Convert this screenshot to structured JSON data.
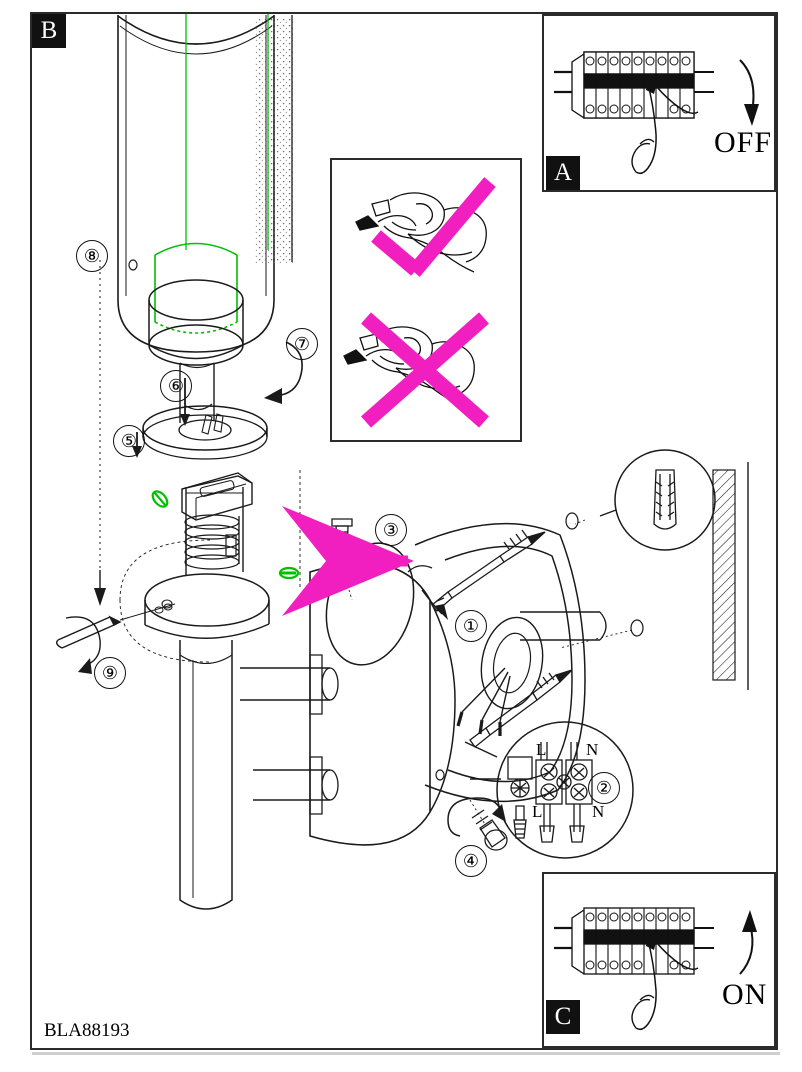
{
  "document": {
    "type": "assembly-instruction-sheet",
    "part_number": "BLA88193",
    "product": "outdoor wall lamp"
  },
  "panels": [
    {
      "id": "B",
      "label": "B",
      "role": "main-assembly-exploded-view"
    },
    {
      "id": "A",
      "label": "A",
      "role": "breaker-off",
      "action_text": "OFF"
    },
    {
      "id": "C",
      "label": "C",
      "role": "breaker-on",
      "action_text": "ON"
    }
  ],
  "labels": {
    "badge_b": "B",
    "badge_a": "A",
    "badge_c": "C",
    "off": "OFF",
    "on": "ON",
    "part_number": "BLA88193"
  },
  "steps": [
    {
      "n": "①",
      "name": "fix-backplate-screws"
    },
    {
      "n": "②",
      "name": "wire-terminal-block"
    },
    {
      "n": "③",
      "name": "attach-lamp-body"
    },
    {
      "n": "④",
      "name": "tighten-grub-screw"
    },
    {
      "n": "⑤",
      "name": "fit-washer-ring"
    },
    {
      "n": "⑥",
      "name": "insert-lamp"
    },
    {
      "n": "⑦",
      "name": "twist-diffuser-lock"
    },
    {
      "n": "⑧",
      "name": "lower-diffuser"
    },
    {
      "n": "⑨",
      "name": "tighten-allen-screw"
    }
  ],
  "terminal_block": {
    "top_left": "L",
    "top_right": "N",
    "bottom_left": "L",
    "bottom_right": "N",
    "earth_symbol": "⏚",
    "callout": "②"
  },
  "warning_panel": {
    "upper_mark": "check",
    "lower_mark": "cross",
    "mark_color": "#F11FC0"
  },
  "colors": {
    "ink": "#1a1a1a",
    "accent_green": "#00C000",
    "accent_magenta": "#F11FC0",
    "frame": "#2b2b2b"
  }
}
